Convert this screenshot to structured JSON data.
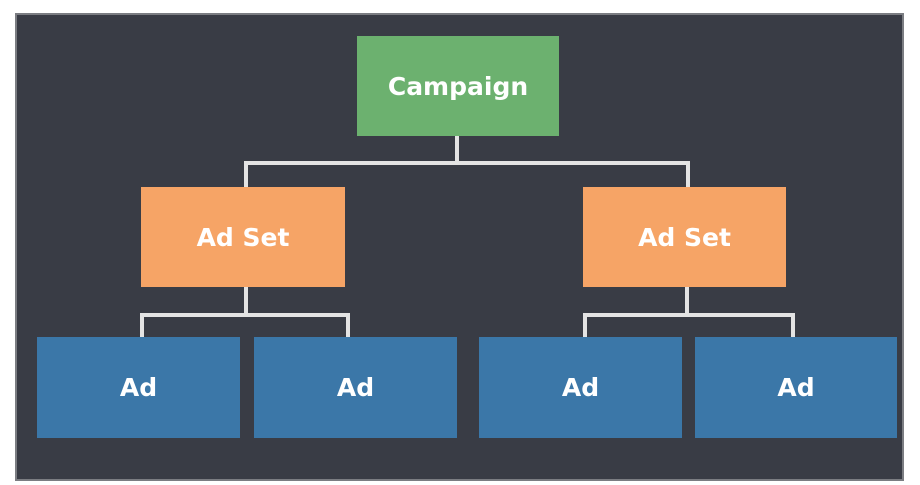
{
  "diagram": {
    "root": {
      "label": "Campaign",
      "color": "#6cb16f"
    },
    "ad_sets": [
      {
        "label": "Ad Set",
        "color": "#f6a466",
        "ads": [
          {
            "label": "Ad"
          },
          {
            "label": "Ad"
          }
        ]
      },
      {
        "label": "Ad Set",
        "color": "#f6a466",
        "ads": [
          {
            "label": "Ad"
          },
          {
            "label": "Ad"
          }
        ]
      }
    ],
    "ad_color": "#3b77a8",
    "background_color": "#393c45"
  }
}
